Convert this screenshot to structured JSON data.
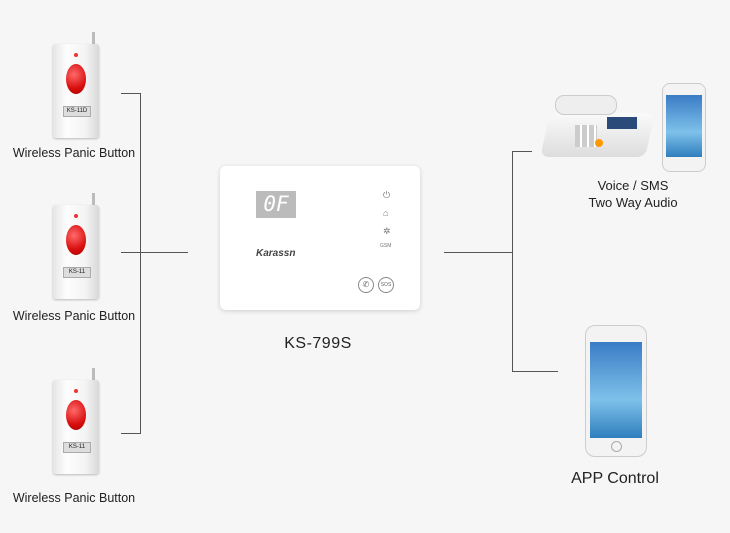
{
  "buttons": [
    {
      "model": "KS-11D",
      "label": "Wireless Panic Button"
    },
    {
      "model": "KS-11",
      "label": "Wireless Panic Button"
    },
    {
      "model": "KS-11",
      "label": "Wireless Panic Button"
    }
  ],
  "panel": {
    "display": "0F",
    "brand": "Karassn",
    "gsm": "GSM",
    "sos": "SOS",
    "model": "KS-799S"
  },
  "outputs": {
    "voice_line1": "Voice / SMS",
    "voice_line2": "Two Way Audio",
    "app": "APP Control"
  }
}
